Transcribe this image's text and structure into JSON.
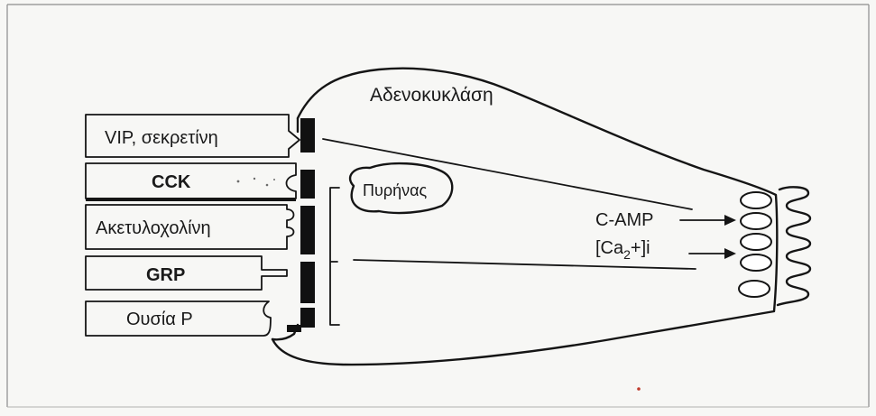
{
  "enzyme_label": "Αδενοκυκλάση",
  "nucleus_label": "Πυρήνας",
  "messengers": {
    "camp": "C-AMP",
    "calcium": "[Ca2+]i"
  },
  "ligands": [
    {
      "label": "VIP, σεκρετίνη",
      "bold": false
    },
    {
      "label": "CCK",
      "bold": true
    },
    {
      "label": "Ακετυλοχολίνη",
      "bold": false
    },
    {
      "label": "GRP",
      "bold": true
    },
    {
      "label": "Ουσία P",
      "bold": false
    }
  ],
  "colors": {
    "ink": "#151515",
    "paper": "#f7f7f5",
    "receptor": "#111111"
  }
}
